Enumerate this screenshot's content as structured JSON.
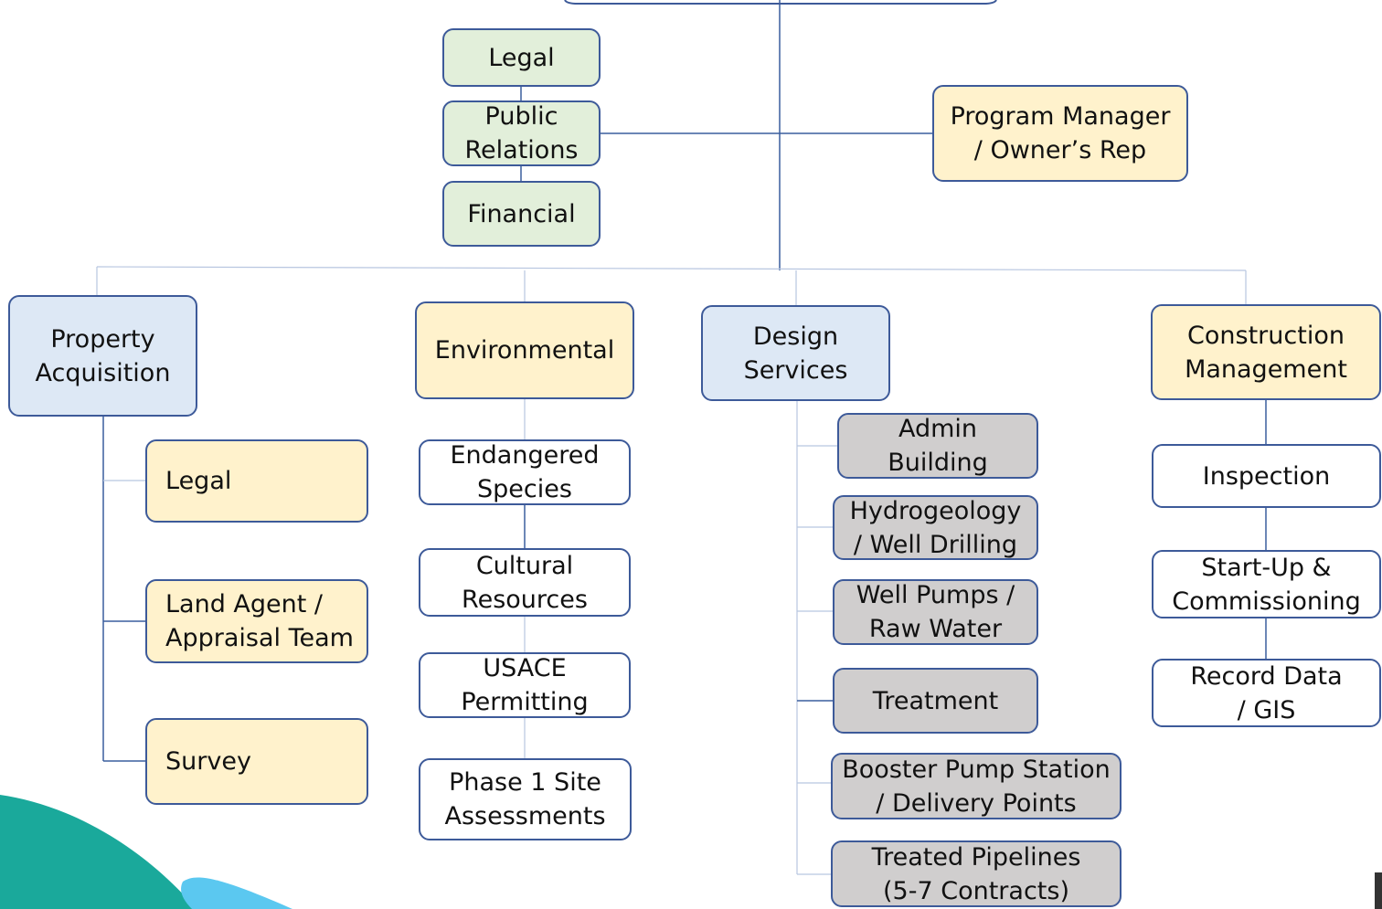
{
  "top": {
    "legal": "Legal",
    "public_relations": "Public\nRelations",
    "financial": "Financial",
    "program_manager": "Program Manager\n/ Owner’s Rep"
  },
  "property": {
    "header": "Property\nAcquisition",
    "items": [
      "Legal",
      "Land Agent /\nAppraisal Team",
      "Survey"
    ]
  },
  "environmental": {
    "header": "Environmental",
    "items": [
      "Endangered\nSpecies",
      "Cultural\nResources",
      "USACE\nPermitting",
      "Phase 1 Site\nAssessments"
    ]
  },
  "design": {
    "header": "Design\nServices",
    "items": [
      "Admin\nBuilding",
      "Hydrogeology\n/ Well Drilling",
      "Well Pumps /\nRaw Water",
      "Treatment",
      "Booster Pump Station\n/ Delivery Points",
      "Treated Pipelines\n(5-7 Contracts)"
    ]
  },
  "construction": {
    "header": "Construction\nManagement",
    "items": [
      "Inspection",
      "Start-Up &\nCommissioning",
      "Record Data\n/ GIS"
    ]
  },
  "colors": {
    "line": "#3a5f9e",
    "border": "#3d5a99",
    "green_fill": "#e2efda",
    "yellow_fill": "#fff2cc",
    "blue_fill": "#dde8f5",
    "gray_fill": "#d0cece",
    "teal_accent": "#1aa99b",
    "light_blue_accent": "#5bc8f0"
  }
}
